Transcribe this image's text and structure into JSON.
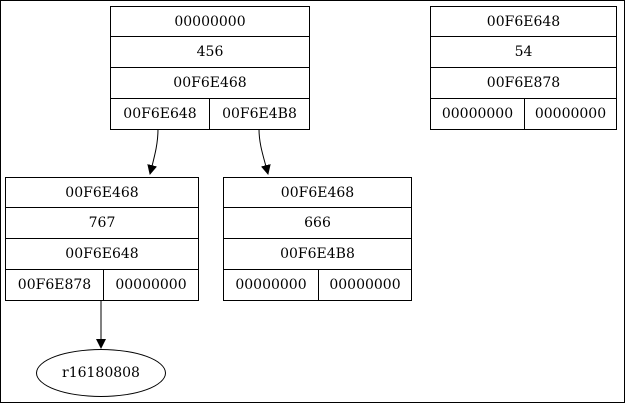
{
  "nodes": {
    "root": {
      "parent": "00000000",
      "key": "456",
      "self": "00F6E468",
      "left": "00F6E648",
      "right": "00F6E4B8"
    },
    "orphan": {
      "parent": "00F6E648",
      "key": "54",
      "self": "00F6E878",
      "left": "00000000",
      "right": "00000000"
    },
    "leftChild": {
      "parent": "00F6E468",
      "key": "767",
      "self": "00F6E648",
      "left": "00F6E878",
      "right": "00000000"
    },
    "rightChild": {
      "parent": "00F6E468",
      "key": "666",
      "self": "00F6E4B8",
      "left": "00000000",
      "right": "00000000"
    }
  },
  "extra": {
    "label": "r16180808"
  },
  "colors": {
    "line": "#000000",
    "background": "#ffffff"
  }
}
